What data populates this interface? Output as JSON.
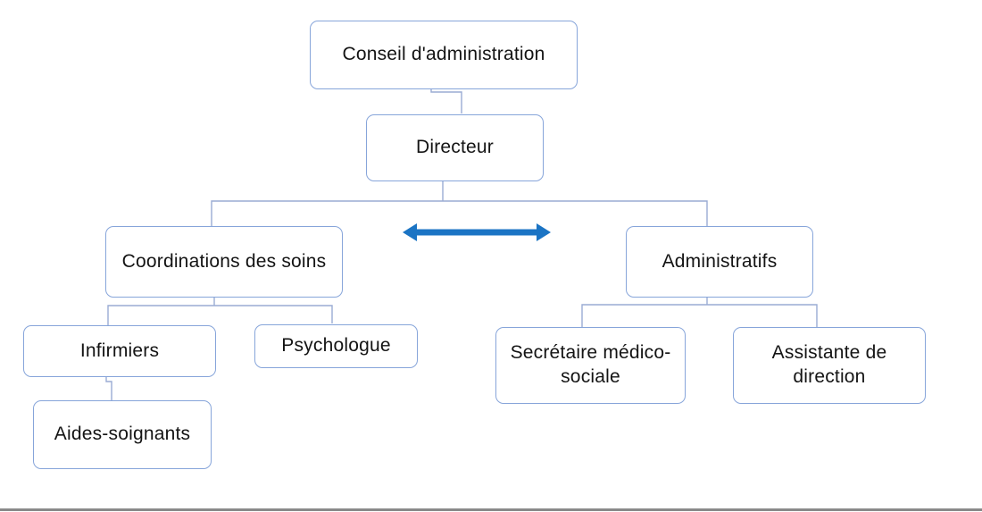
{
  "diagram": {
    "type": "org-chart",
    "nodes": [
      {
        "id": "conseil-administration",
        "label": "Conseil d'administration"
      },
      {
        "id": "directeur",
        "label": "Directeur"
      },
      {
        "id": "coordinations-soins",
        "label": "Coordinations des soins"
      },
      {
        "id": "administratifs",
        "label": "Administratifs"
      },
      {
        "id": "infirmiers",
        "label": "Infirmiers"
      },
      {
        "id": "psychologue",
        "label": "Psychologue"
      },
      {
        "id": "secretaire-medico-sociale",
        "label": "Secrétaire médico-\nsociale"
      },
      {
        "id": "assistante-direction",
        "label": "Assistante de\ndirection"
      },
      {
        "id": "aides-soignants",
        "label": "Aides-soignants"
      }
    ],
    "edges": [
      {
        "from": "conseil-administration",
        "to": "directeur"
      },
      {
        "from": "directeur",
        "to": "coordinations-soins"
      },
      {
        "from": "directeur",
        "to": "administratifs"
      },
      {
        "from": "coordinations-soins",
        "to": "infirmiers"
      },
      {
        "from": "coordinations-soins",
        "to": "psychologue"
      },
      {
        "from": "infirmiers",
        "to": "aides-soignants"
      },
      {
        "from": "administratifs",
        "to": "secretaire-medico-sociale"
      },
      {
        "from": "administratifs",
        "to": "assistante-direction"
      }
    ],
    "arrow": {
      "type": "double-headed",
      "between": [
        "coordinations-soins",
        "administratifs"
      ],
      "color": "#1B74C4"
    },
    "colors": {
      "node_border": "#87A5DA",
      "connector": "#9AACD4",
      "text": "#141414",
      "arrow": "#1B74C4",
      "bottom_rule": "#8A8A8A",
      "background": "#FFFFFF"
    }
  }
}
